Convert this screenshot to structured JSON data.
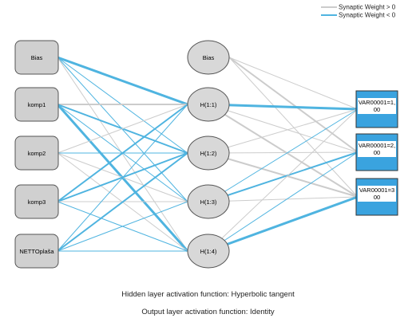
{
  "legend": {
    "positive_label": "Synaptic Weight > 0",
    "negative_label": "Synaptic Weight < 0",
    "positive_color": "#cccccc",
    "negative_color": "#4fb4e0"
  },
  "colors": {
    "input_fill": "#d0d0d0",
    "hidden_fill": "#d8d8d8",
    "output_fill": "#3aa3df",
    "output_inner": "#ffffff"
  },
  "input_nodes": [
    "Bias",
    "komp1",
    "komp2",
    "komp3",
    "NETTOplaša"
  ],
  "hidden_nodes": [
    "Bias",
    "H(1:1)",
    "H(1:2)",
    "H(1:3)",
    "H(1:4)"
  ],
  "output_nodes": [
    {
      "line1": "VAR00001=1,",
      "line2": "00"
    },
    {
      "line1": "VAR00001=2,",
      "line2": "00"
    },
    {
      "line1": "VAR00001=3",
      "line2": "00"
    }
  ],
  "edges": [
    {
      "from": "in0",
      "to": "h1",
      "sign": "neg",
      "strength": 3
    },
    {
      "from": "in0",
      "to": "h2",
      "sign": "neg",
      "strength": 1
    },
    {
      "from": "in0",
      "to": "h3",
      "sign": "neg",
      "strength": 1
    },
    {
      "from": "in0",
      "to": "h4",
      "sign": "pos",
      "strength": 1
    },
    {
      "from": "in1",
      "to": "h1",
      "sign": "pos",
      "strength": 2
    },
    {
      "from": "in1",
      "to": "h2",
      "sign": "neg",
      "strength": 2
    },
    {
      "from": "in1",
      "to": "h3",
      "sign": "neg",
      "strength": 1
    },
    {
      "from": "in1",
      "to": "h4",
      "sign": "neg",
      "strength": 3
    },
    {
      "from": "in2",
      "to": "h1",
      "sign": "pos",
      "strength": 1
    },
    {
      "from": "in2",
      "to": "h2",
      "sign": "neg",
      "strength": 1
    },
    {
      "from": "in2",
      "to": "h3",
      "sign": "pos",
      "strength": 1
    },
    {
      "from": "in2",
      "to": "h4",
      "sign": "pos",
      "strength": 1
    },
    {
      "from": "in3",
      "to": "h1",
      "sign": "neg",
      "strength": 2
    },
    {
      "from": "in3",
      "to": "h2",
      "sign": "neg",
      "strength": 2
    },
    {
      "from": "in3",
      "to": "h3",
      "sign": "pos",
      "strength": 1
    },
    {
      "from": "in3",
      "to": "h4",
      "sign": "neg",
      "strength": 1
    },
    {
      "from": "in4",
      "to": "h1",
      "sign": "neg",
      "strength": 1
    },
    {
      "from": "in4",
      "to": "h2",
      "sign": "neg",
      "strength": 2
    },
    {
      "from": "in4",
      "to": "h3",
      "sign": "neg",
      "strength": 1
    },
    {
      "from": "in4",
      "to": "h4",
      "sign": "neg",
      "strength": 1
    },
    {
      "from": "hb",
      "to": "o1",
      "sign": "pos",
      "strength": 1
    },
    {
      "from": "hb",
      "to": "o2",
      "sign": "pos",
      "strength": 2
    },
    {
      "from": "hb",
      "to": "o3",
      "sign": "pos",
      "strength": 1
    },
    {
      "from": "h1",
      "to": "o1",
      "sign": "neg",
      "strength": 3
    },
    {
      "from": "h1",
      "to": "o2",
      "sign": "pos",
      "strength": 1
    },
    {
      "from": "h1",
      "to": "o3",
      "sign": "pos",
      "strength": 2
    },
    {
      "from": "h2",
      "to": "o1",
      "sign": "pos",
      "strength": 1
    },
    {
      "from": "h2",
      "to": "o2",
      "sign": "pos",
      "strength": 1
    },
    {
      "from": "h2",
      "to": "o3",
      "sign": "pos",
      "strength": 2
    },
    {
      "from": "h3",
      "to": "o1",
      "sign": "neg",
      "strength": 1
    },
    {
      "from": "h3",
      "to": "o2",
      "sign": "neg",
      "strength": 2
    },
    {
      "from": "h3",
      "to": "o3",
      "sign": "pos",
      "strength": 1
    },
    {
      "from": "h4",
      "to": "o1",
      "sign": "pos",
      "strength": 1
    },
    {
      "from": "h4",
      "to": "o2",
      "sign": "neg",
      "strength": 1
    },
    {
      "from": "h4",
      "to": "o3",
      "sign": "neg",
      "strength": 3
    }
  ],
  "captions": {
    "hidden_activation": "Hidden layer activation function: Hyperbolic tangent",
    "output_activation": "Output layer activation function: Identity"
  }
}
